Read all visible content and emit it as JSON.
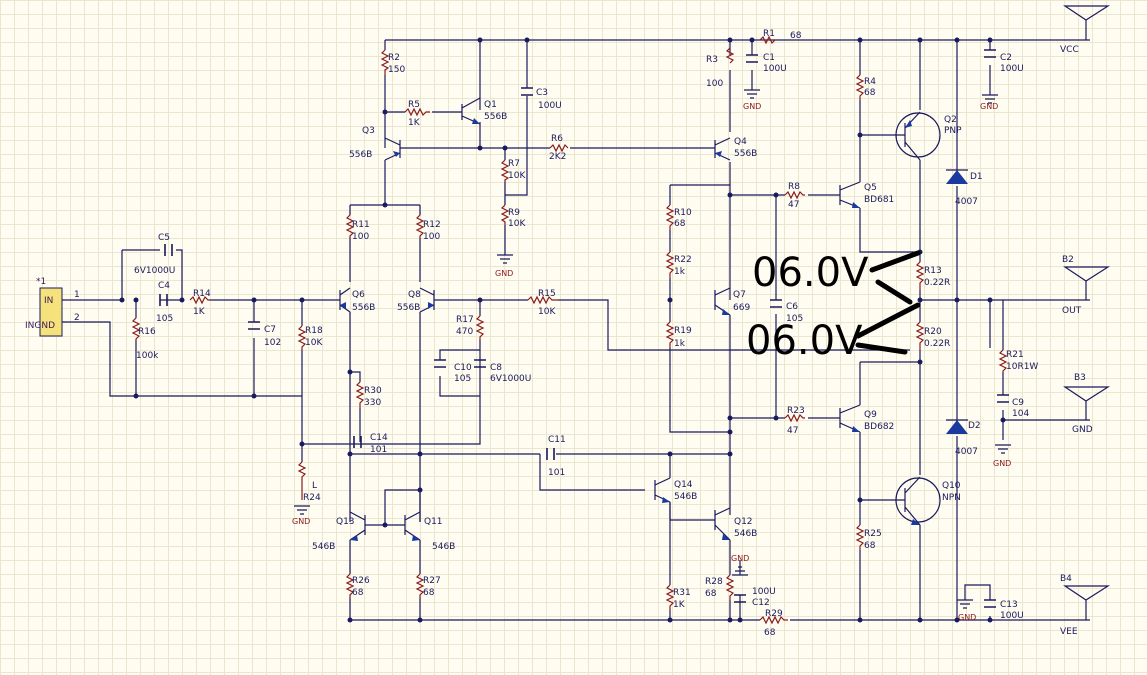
{
  "labels": {
    "R1": [
      "R1",
      "68"
    ],
    "C1": [
      "C1",
      "100U"
    ],
    "C2": [
      "C2",
      "100U"
    ],
    "VCC": "VCC",
    "R2": [
      "R2",
      "150"
    ],
    "R3": [
      "R3",
      "100"
    ],
    "C3": [
      "C3",
      "100U"
    ],
    "R4": [
      "R4",
      "68"
    ],
    "R5": [
      "R5",
      "1K"
    ],
    "Q1": [
      "Q1",
      "556B"
    ],
    "Q2": [
      "Q2",
      "PNP"
    ],
    "Q3": [
      "Q3",
      "556B"
    ],
    "R6": [
      "R6",
      "2K2"
    ],
    "Q4": [
      "Q4",
      "556B"
    ],
    "R7": [
      "R7",
      "10K"
    ],
    "R8": [
      "R8",
      "47"
    ],
    "Q5": [
      "Q5",
      "BD681"
    ],
    "D1": [
      "D1",
      "4007"
    ],
    "R9": [
      "R9",
      "10K"
    ],
    "R10": [
      "R10",
      "68"
    ],
    "R11": [
      "R11",
      "100"
    ],
    "R12": [
      "R12",
      "100"
    ],
    "C5": [
      "C5",
      "6V1000U"
    ],
    "C4": [
      "C4",
      "105"
    ],
    "R14": [
      "R14",
      "1K"
    ],
    "R16": [
      "R16",
      "100k"
    ],
    "C7": [
      "C7",
      "102"
    ],
    "R18": [
      "R18",
      "10K"
    ],
    "Q6": [
      "Q6",
      "556B"
    ],
    "Q8": [
      "Q8",
      "556B"
    ],
    "R17": [
      "R17",
      "470"
    ],
    "R15": [
      "R15",
      "10K"
    ],
    "R22": [
      "R22",
      "1k"
    ],
    "Q7": [
      "Q7",
      "669"
    ],
    "C6": [
      "C6",
      "105"
    ],
    "R13": [
      "R13",
      "0.22R"
    ],
    "B2": "B2",
    "OUT": "OUT",
    "C10": [
      "C10",
      "105"
    ],
    "C8": [
      "C8",
      "6V1000U"
    ],
    "R19": [
      "R19",
      "1k"
    ],
    "R20": [
      "R20",
      "0.22R"
    ],
    "R21": [
      "R21",
      "10R1W"
    ],
    "B3": "B3",
    "R30": [
      "R30",
      "330"
    ],
    "C9": [
      "C9",
      "104"
    ],
    "GND_R": "GND",
    "R23": [
      "R23",
      "47"
    ],
    "Q9": [
      "Q9",
      "BD682"
    ],
    "D2": [
      "D2",
      "4007"
    ],
    "C14": [
      "C14",
      "101"
    ],
    "C11": [
      "C11",
      "101"
    ],
    "L": "L",
    "R24": "R24",
    "Q14": [
      "Q14",
      "546B"
    ],
    "Q10": [
      "Q10",
      "NPN"
    ],
    "Q13": [
      "Q13",
      "546B"
    ],
    "Q11": [
      "Q11",
      "546B"
    ],
    "Q12": [
      "Q12",
      "546B"
    ],
    "R25": [
      "R25",
      "68"
    ],
    "R26": [
      "R26",
      "68"
    ],
    "R27": [
      "R27",
      "68"
    ],
    "R31": [
      "R31",
      "1K"
    ],
    "R28": [
      "R28",
      "68"
    ],
    "C12": [
      "C12",
      "100U"
    ],
    "R29": [
      "R29",
      "68"
    ],
    "C13": [
      "C13",
      "100U"
    ],
    "B4": "B4",
    "VEE": "VEE",
    "conn_star": "*1",
    "pin_in": "IN",
    "pin_ingnd": "INGND",
    "pin1": "1",
    "pin2": "2"
  },
  "gnd_label": "GND",
  "annotations": {
    "voltage_top": "06.0V",
    "voltage_bottom": "06.0V"
  },
  "colors": {
    "wire": "#1a1a5e",
    "resistor": "#8b1a1a",
    "connector_fill": "#f5e27a",
    "diode": "#1a3aa0",
    "annotation": "#000000"
  }
}
